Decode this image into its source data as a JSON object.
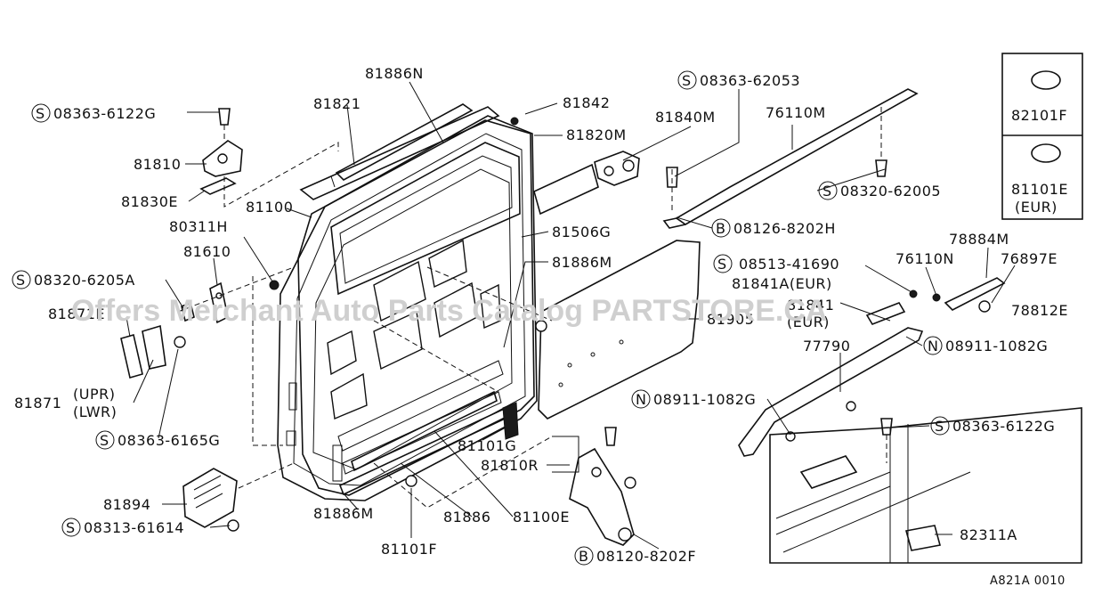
{
  "watermark": "Offers Merchant Auto Parts Catalog PARTSTORE.CA",
  "drawing_code": "A821A 0010",
  "callouts": {
    "p81886N": "81886N",
    "p81821": "81821",
    "p08363_6122G_top": "08363-6122G",
    "p81842": "81842",
    "p81840M": "81840M",
    "p81820M": "81820M",
    "p81810": "81810",
    "p81830E": "81830E",
    "p81100": "81100",
    "p80311H": "80311H",
    "p81610": "81610",
    "p08320_6205A": "08320-6205A",
    "p81871E": "81871E",
    "p81871": "81871",
    "p81871_upr": "(UPR)",
    "p81871_lwr": "(LWR)",
    "p08363_6165G": "08363-6165G",
    "p81894": "81894",
    "p08313_61614": "08313-61614",
    "p81886M_low": "81886M",
    "p81101F": "81101F",
    "p81886": "81886",
    "p81100E": "81100E",
    "p81101G": "81101G",
    "p81810R": "81810R",
    "p08120_8202F": "08120-8202F",
    "p81506G": "81506G",
    "p81886M_mid": "81886M",
    "p81905": "81905",
    "p08363_62053": "08363-62053",
    "p76110M": "76110M",
    "p08320_62005": "08320-62005",
    "p08126_8202H": "08126-8202H",
    "p08513_41690": "08513-41690",
    "p81841A_eur": "81841A(EUR)",
    "p81841": "81841",
    "p81841_eur": "(EUR)",
    "p76110N": "76110N",
    "p78884M": "78884M",
    "p76897E": "76897E",
    "p78812E": "78812E",
    "p77790": "77790",
    "p08911_1082G_r": "08911-1082G",
    "p08911_1082G_l": "08911-1082G",
    "p08363_6122G_box": "08363-6122G",
    "p82311A": "82311A"
  },
  "prefix_symbols": {
    "S": "S",
    "B": "B",
    "N": "N"
  },
  "legend_box": {
    "top_part": "82101F",
    "bottom_part": "81101E",
    "bottom_note": "(EUR)"
  }
}
